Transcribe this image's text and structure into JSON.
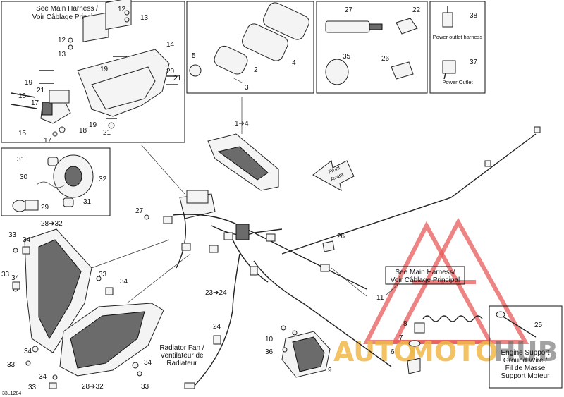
{
  "diagram_code": "33L1284",
  "callouts": {
    "main_harness_top": [
      "See Main Harness /",
      "Voir Câblage Principal"
    ],
    "main_harness_right": [
      "See Main Harness/",
      "Voir Câblage Principal"
    ],
    "radiator_fan": [
      "Radiator Fan /",
      "Ventilateur de",
      "Radiateur"
    ],
    "engine_ground": [
      "Engine Support",
      "Ground Wire /",
      "Fil de Masse",
      "Support Moteur"
    ],
    "power_outlet_harness": "Power outlet harness",
    "power_outlet": "Power Outlet",
    "front": [
      "Front",
      "Avant"
    ]
  },
  "part_numbers": {
    "p1_4": "1➔4",
    "p2": "2",
    "p3": "3",
    "p4": "4",
    "p5": "5",
    "p6": "6",
    "p7": "7",
    "p8": "8",
    "p9": "9",
    "p10": "10",
    "p11": "11",
    "p12a": "12",
    "p13a": "13",
    "p12b": "12",
    "p13b": "13",
    "p14": "14",
    "p15": "15",
    "p16": "16",
    "p17a": "17",
    "p17b": "17",
    "p18": "18",
    "p19a": "19",
    "p19b": "19",
    "p19c": "19",
    "p20": "20",
    "p21a": "21",
    "p21b": "21",
    "p21c": "21",
    "p22": "22",
    "p23_24": "23➔24",
    "p24": "24",
    "p25": "25",
    "p26a": "26",
    "p26b": "26",
    "p27a": "27",
    "p27b": "27",
    "p28_32a": "28➔32",
    "p28_32b": "28➔32",
    "p29": "29",
    "p30": "30",
    "p31a": "31",
    "p31b": "31",
    "p32": "32",
    "p33a": "33",
    "p33b": "33",
    "p33c": "33",
    "p33d": "33",
    "p33e": "33",
    "p33f": "33",
    "p34a": "34",
    "p34b": "34",
    "p34c": "34",
    "p34d": "34",
    "p34e": "34",
    "p34f": "34",
    "p35": "35",
    "p36": "36",
    "p37": "37",
    "p38": "38"
  },
  "watermark": {
    "part1": "AUTO",
    "part2": "MOTO",
    "part3": "HUB"
  }
}
